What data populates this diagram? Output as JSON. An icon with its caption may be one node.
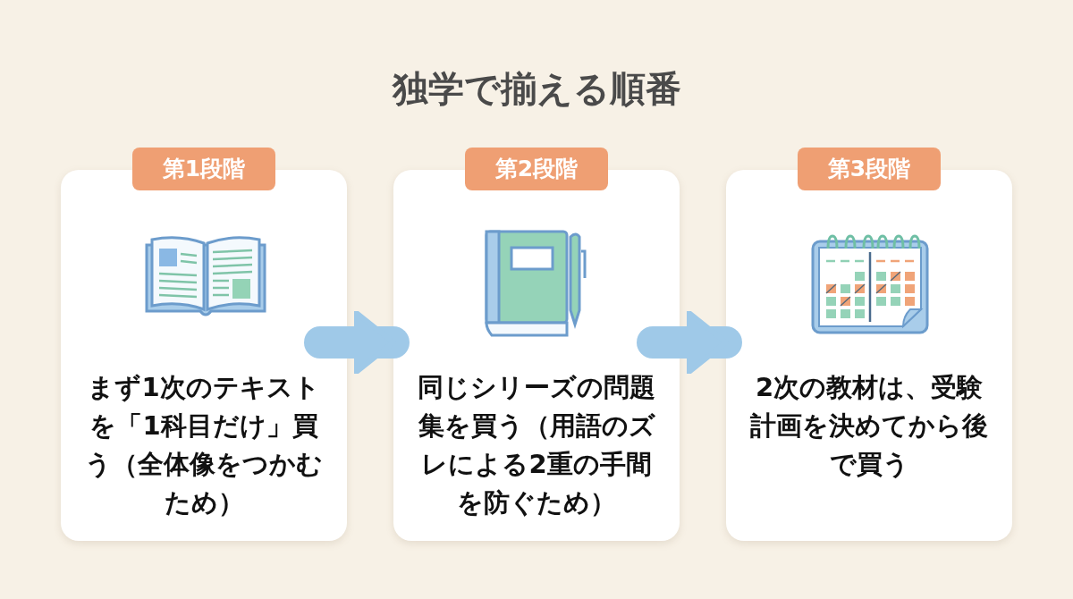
{
  "diagram": {
    "title": "独学で揃える順番",
    "nodes": [
      {
        "text": [
          "第1段階",
          "まず1次のテキストを「1科目だけ」買う（全体像をつかむため）"
        ]
      },
      {
        "text": [
          "第2段階",
          "同じシリーズの問題集を買う（用語のズレによる2重の手間を防ぐため）"
        ]
      },
      {
        "text": [
          "第3段階",
          "2次の教材は、受験計画を決めてから後で買う"
        ]
      }
    ],
    "edges": [
      {
        "from": 0,
        "to": 1,
        "arrow": "to"
      },
      {
        "from": 1,
        "to": 2,
        "arrow": "to"
      }
    ]
  }
}
